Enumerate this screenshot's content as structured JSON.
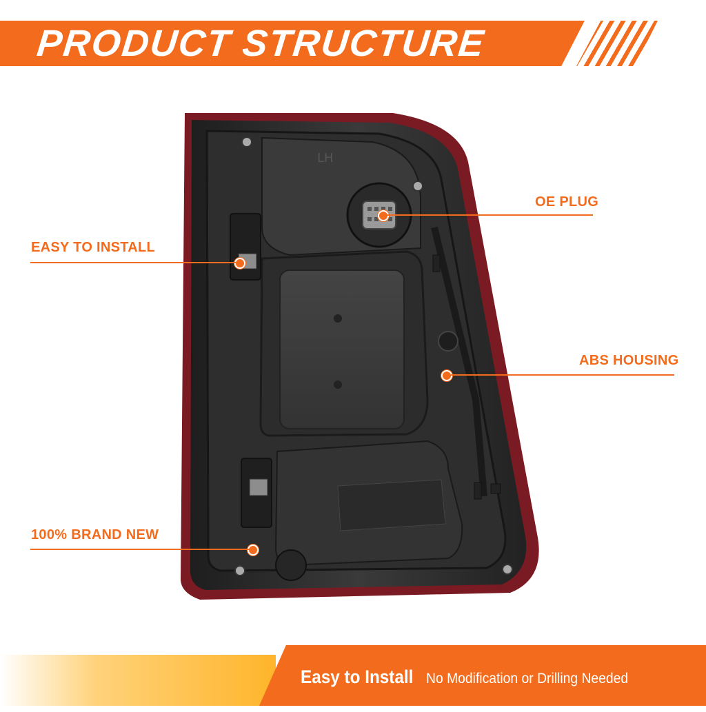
{
  "header": {
    "title": "PRODUCT STRUCTURE"
  },
  "callouts": [
    {
      "label": "OE PLUG"
    },
    {
      "label": "EASY TO INSTALL"
    },
    {
      "label": "ABS HOUSING"
    },
    {
      "label": "100% BRAND NEW"
    }
  ],
  "footer": {
    "headline": "Easy to Install",
    "subline": "No Modification or Drilling Needed"
  },
  "colors": {
    "accent": "#f36b1c",
    "accent_yellow": "#ffb52b",
    "housing": "#2b2b2b",
    "lens_trim": "#7a1a22"
  },
  "product_image": {
    "embossed_mark": "LH"
  }
}
